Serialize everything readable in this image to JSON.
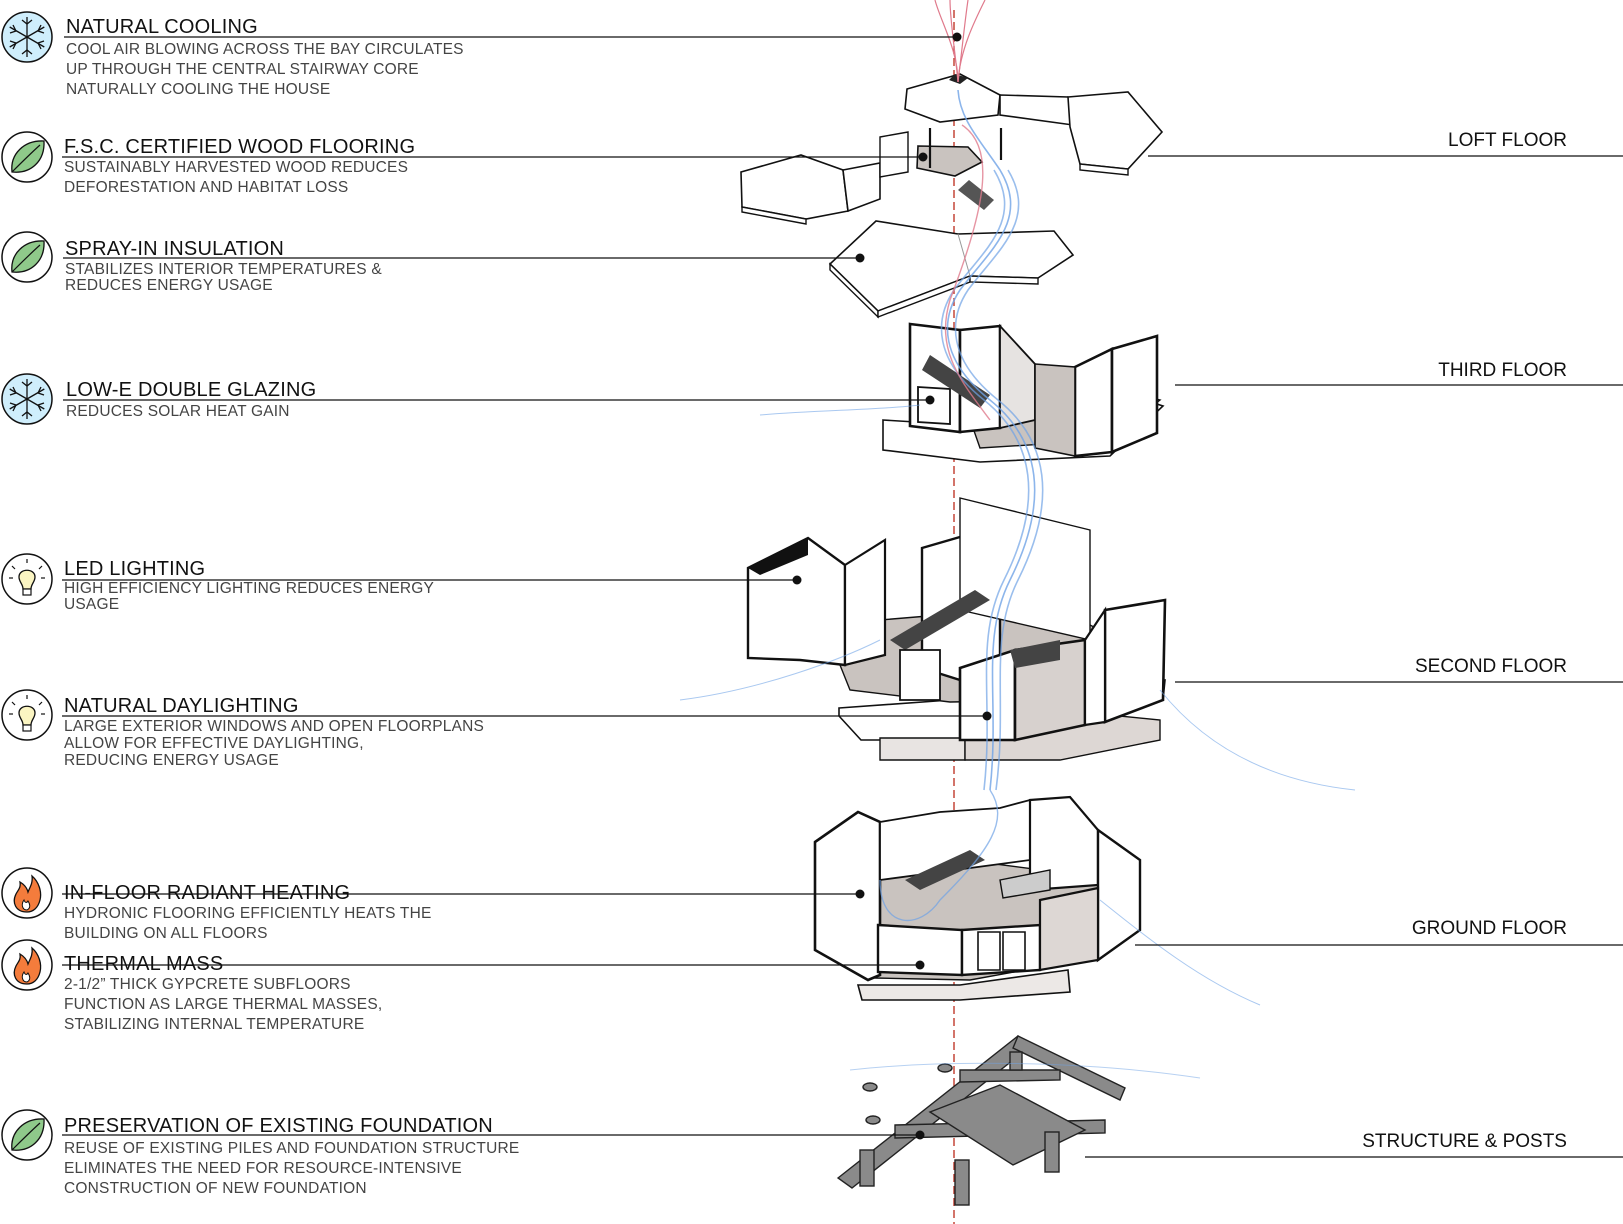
{
  "features": [
    {
      "id": "natural-cooling",
      "icon": "snowflake-icon",
      "title": "NATURAL COOLING",
      "description": [
        "COOL AIR BLOWING ACROSS THE BAY CIRCULATES",
        "UP THROUGH THE CENTRAL STAIRWAY CORE",
        "NATURALLY COOLING THE HOUSE"
      ]
    },
    {
      "id": "fsc-wood-flooring",
      "icon": "leaf-icon",
      "title": "F.S.C. CERTIFIED WOOD FLOORING",
      "description": [
        "SUSTAINABLY HARVESTED WOOD REDUCES",
        "DEFORESTATION AND HABITAT LOSS"
      ]
    },
    {
      "id": "spray-in-insulation",
      "icon": "leaf-icon",
      "title": "SPRAY-IN INSULATION",
      "description": [
        "STABILIZES INTERIOR TEMPERATURES &",
        "REDUCES ENERGY USAGE"
      ]
    },
    {
      "id": "low-e-glazing",
      "icon": "snowflake-icon",
      "title": "LOW-E DOUBLE GLAZING",
      "description": [
        "REDUCES SOLAR HEAT GAIN"
      ]
    },
    {
      "id": "led-lighting",
      "icon": "lightbulb-icon",
      "title": "LED LIGHTING",
      "description": [
        "HIGH EFFICIENCY LIGHTING REDUCES ENERGY",
        "USAGE"
      ]
    },
    {
      "id": "natural-daylighting",
      "icon": "lightbulb-icon",
      "title": "NATURAL DAYLIGHTING",
      "description": [
        "LARGE EXTERIOR WINDOWS AND OPEN FLOORPLANS",
        "ALLOW FOR EFFECTIVE DAYLIGHTING,",
        "REDUCING ENERGY USAGE"
      ]
    },
    {
      "id": "radiant-heating",
      "icon": "flame-icon",
      "title": "IN-FLOOR RADIANT HEATING",
      "description": [
        "HYDRONIC FLOORING EFFICIENTLY HEATS THE",
        "BUILDING ON ALL FLOORS"
      ]
    },
    {
      "id": "thermal-mass",
      "icon": "flame-icon",
      "title": "THERMAL MASS",
      "description": [
        "2-1/2” THICK GYPCRETE SUBFLOORS",
        "FUNCTION AS LARGE THERMAL MASSES,",
        "STABILIZING INTERNAL TEMPERATURE"
      ]
    },
    {
      "id": "existing-foundation",
      "icon": "leaf-icon",
      "title": "PRESERVATION OF EXISTING FOUNDATION",
      "description": [
        "REUSE OF EXISTING PILES AND FOUNDATION STRUCTURE",
        "ELIMINATES THE NEED FOR RESOURCE-INTENSIVE",
        "CONSTRUCTION OF NEW FOUNDATION"
      ]
    }
  ],
  "floors": [
    {
      "id": "loft",
      "label": "LOFT FLOOR"
    },
    {
      "id": "third",
      "label": "THIRD FLOOR"
    },
    {
      "id": "second",
      "label": "SECOND FLOOR"
    },
    {
      "id": "ground",
      "label": "GROUND FLOOR"
    },
    {
      "id": "structure",
      "label": "STRUCTURE & POSTS"
    }
  ],
  "colors": {
    "cooling_icon": "#cfeefc",
    "leaf_icon": "#8fc98a",
    "lightbulb_icon": "#fbf5c2",
    "flame_icon": "#f47c3c",
    "airflow_cool": "#6fa3e6",
    "airflow_warm": "#e07a8c",
    "axis": "#c0392b",
    "floor_fill": "#c9c3bf"
  }
}
